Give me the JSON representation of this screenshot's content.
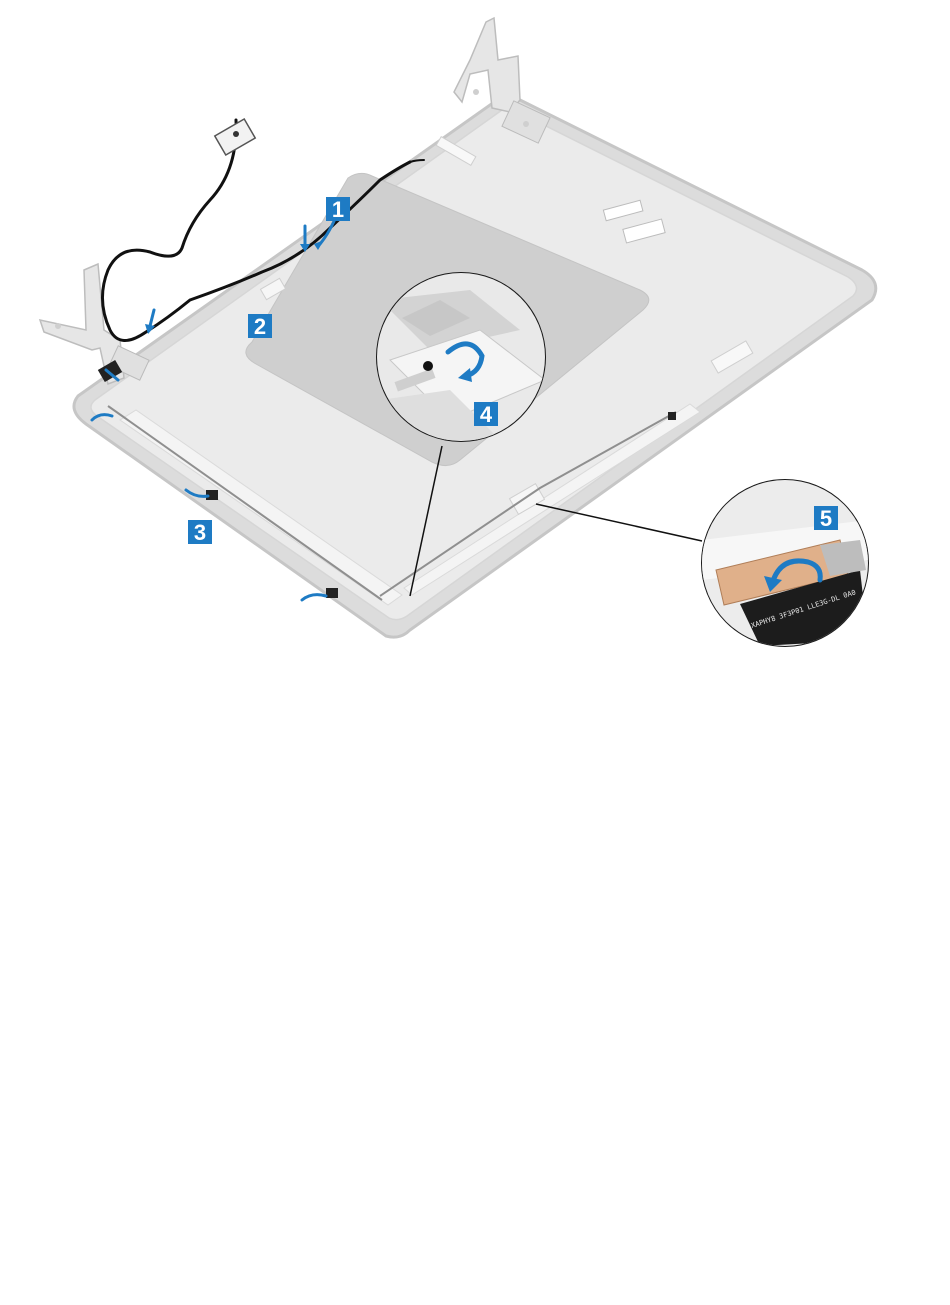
{
  "figure": {
    "description_role": "exploded service diagram",
    "accent_color": "#1e7bc4",
    "callout_color": "#1e7bc4",
    "callouts": [
      "1",
      "2",
      "3",
      "4",
      "5"
    ],
    "inset_labels": {
      "cable_print": "XAPHY8 3F3P01 LLE3G-DL 0A0"
    }
  }
}
